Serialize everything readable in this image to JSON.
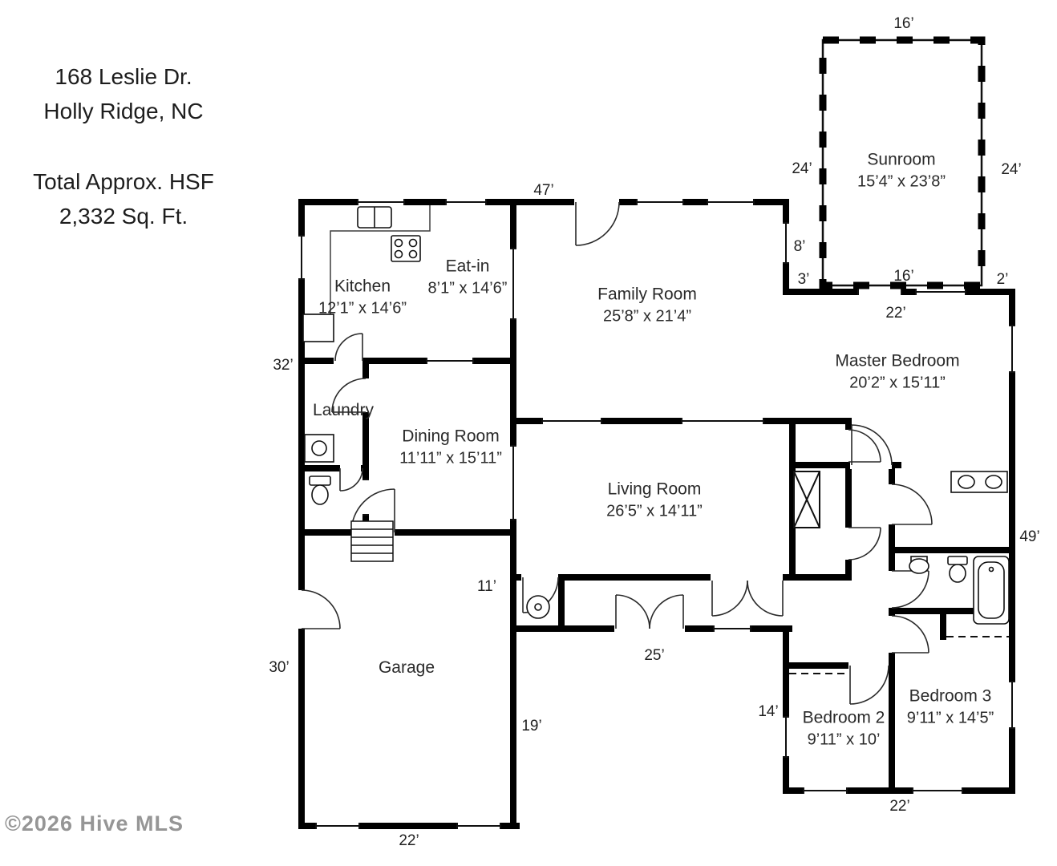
{
  "header": {
    "line1": "168 Leslie Dr.",
    "line2": "Holly Ridge, NC",
    "line3": "Total Approx. HSF",
    "line4": "2,332 Sq. Ft."
  },
  "watermark": "©2026 Hive MLS",
  "rooms": {
    "sunroom": {
      "name": "Sunroom",
      "dims": "15’4” x 23’8”"
    },
    "kitchen": {
      "name": "Kitchen",
      "dims": "12’1” x 14’6”"
    },
    "eatin": {
      "name": "Eat-in",
      "dims": "8’1” x 14’6”"
    },
    "family": {
      "name": "Family Room",
      "dims": "25’8” x 21’4”"
    },
    "master": {
      "name": "Master Bedroom",
      "dims": "20’2” x 15’11”"
    },
    "laundry": {
      "name": "Laundry"
    },
    "dining": {
      "name": "Dining Room",
      "dims": "11’11” x 15’11”"
    },
    "living": {
      "name": "Living Room",
      "dims": "26’5” x 14’11”"
    },
    "garage": {
      "name": "Garage"
    },
    "bedroom2": {
      "name": "Bedroom 2",
      "dims": "9’11” x 10’"
    },
    "bedroom3": {
      "name": "Bedroom 3",
      "dims": "9’11” x 14’5”"
    }
  },
  "measurements": {
    "sunroom_top": "16’",
    "sunroom_left": "24’",
    "sunroom_right": "24’",
    "family_right_upper": "8’",
    "family_right_lower": "3’",
    "sunroom_bottom": "16’",
    "master_top_right": "2’",
    "master_top": "22’",
    "house_top": "47’",
    "left_upper": "32’",
    "left_lower": "30’",
    "garage_top_right": "11’",
    "garage_right": "19’",
    "garage_bottom": "22’",
    "hall_bottom": "25’",
    "bedroom2_left": "14’",
    "bedrooms_bottom": "22’",
    "right_side": "49’"
  }
}
